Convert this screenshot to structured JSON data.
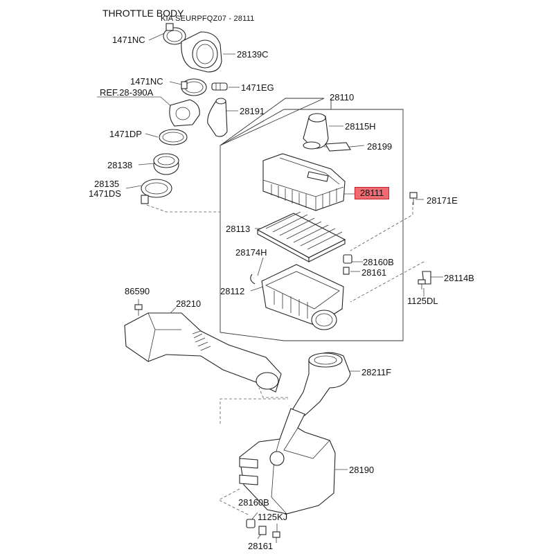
{
  "header": {
    "title": "THROTTLE BODY",
    "caption": "KIA SEURPFQZ07 - 28111"
  },
  "labels": {
    "l1471nc_top": "1471NC",
    "l28139c": "28139C",
    "l1471nc_mid": "1471NC",
    "l1471eg": "1471EG",
    "lref": "REF.28-390A",
    "l28110": "28110",
    "l28191": "28191",
    "l28115h": "28115H",
    "l1471dp": "1471DP",
    "l28199": "28199",
    "l28138": "28138",
    "l28135": "28135",
    "l1471ds": "1471DS",
    "l28111": "28111",
    "l28171e": "28171E",
    "l28113": "28113",
    "l28174h": "28174H",
    "l28160b_top": "28160B",
    "l28161_top": "28161",
    "l28112": "28112",
    "l28114b": "28114B",
    "l86590": "86590",
    "l28210": "28210",
    "l1125dl": "1125DL",
    "l28211f": "28211F",
    "l28190": "28190",
    "l28160b_bot": "28160B",
    "l1125kj": "1125KJ",
    "l28161_bot": "28161"
  },
  "highlight": {
    "part": "28111",
    "color": "#f06a72"
  }
}
